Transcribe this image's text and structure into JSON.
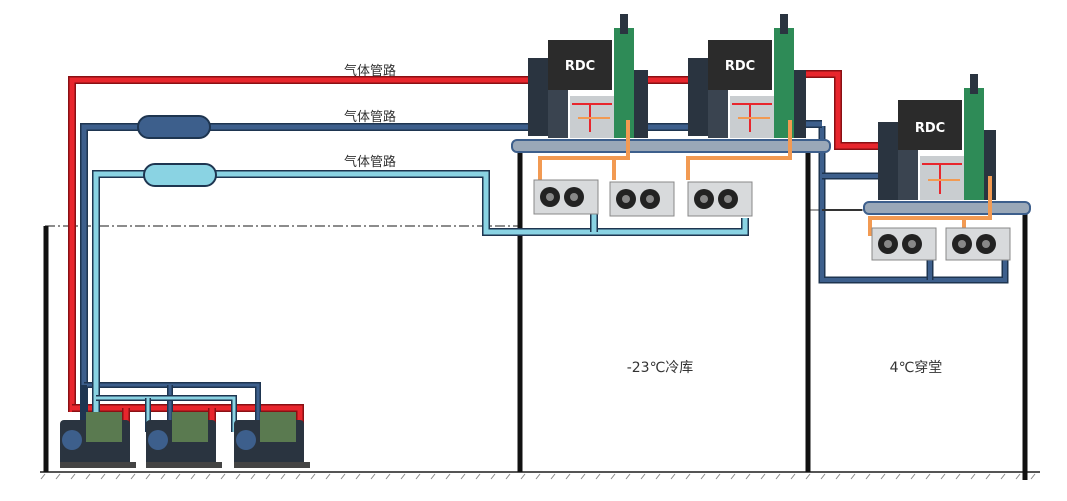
{
  "pipe_labels": {
    "top": "气体管路",
    "middle": "气体管路",
    "bottom": "气体管路"
  },
  "units": {
    "rdc_1": "RDC",
    "rdc_2": "RDC",
    "rdc_3": "RDC"
  },
  "rooms": {
    "freezer": "-23℃冷库",
    "corridor": "4℃穿堂"
  },
  "colors": {
    "hot_gas_pipe": "#e8262d",
    "dark_blue_pipe": "#3d5f8c",
    "light_blue_pipe": "#8ad3e3",
    "pipe_outline": "#1e3550",
    "orange_pipe": "#f29a52",
    "wall": "#111111",
    "ground_hatch": "#555555",
    "unit_body": "#2a3440",
    "rdc_box": "#2b2b2b",
    "valve_green": "#2e8b57",
    "fan_gray": "#d8dadc"
  }
}
